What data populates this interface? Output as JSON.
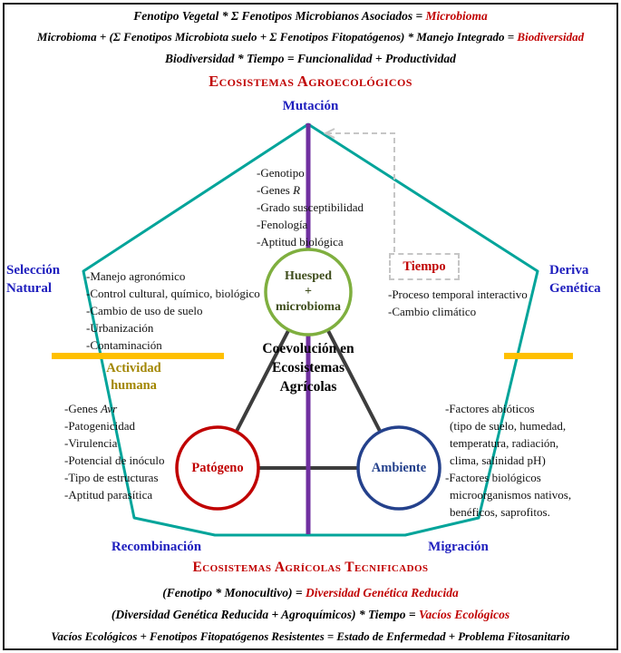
{
  "colors": {
    "red": "#C00000",
    "blue": "#2020BE",
    "teal": "#00A49A",
    "purple": "#7030A0",
    "yellow": "#FFC000",
    "olive": "#A28600",
    "host_green": "#7FAF3F",
    "pathogen_red": "#C00000",
    "environment_blue": "#24418C",
    "connector_gray": "#3D3D3D"
  },
  "formulas_top": {
    "f1_pre": "Fenotipo Vegetal * Σ Fenotipos Microbianos Asociados = ",
    "f1_result": "Microbioma",
    "f2_pre": "Microbioma + (Σ Fenotipos Microbiota suelo + Σ Fenotipos Fitopatógenos) * Manejo Integrado = ",
    "f2_result": "Biodiversidad",
    "f3": "Biodiversidad * Tiempo = Funcionalidad + Productividad"
  },
  "headers": {
    "top": "Ecosistemas Agroecológicos",
    "bottom": "Ecosistemas Agrícolas Tecnificados"
  },
  "forces": {
    "mutation": "Mutación",
    "selection_1": "Selección",
    "selection_2": "Natural",
    "drift_1": "Deriva",
    "drift_2": "Genética",
    "recombination": "Recombinación",
    "migration": "Migración"
  },
  "center_title": {
    "l1": "Coevolución en",
    "l2": "Ecosistemas",
    "l3": "Agrícolas"
  },
  "nodes": {
    "host_l1": "Huesped",
    "host_l2": "+",
    "host_l3": "microbioma",
    "pathogen": "Patógeno",
    "environment": "Ambiente"
  },
  "time_box": {
    "title": "Tiempo",
    "items": [
      "-Proceso temporal interactivo",
      "-Cambio climático"
    ]
  },
  "human_activity": {
    "l1": "Actividad",
    "l2": "humana"
  },
  "lists": {
    "host": {
      "i0": "-Genotipo",
      "genes_pre": "-Genes ",
      "genes_it": "R",
      "i2": "-Grado susceptibilidad",
      "i3": "-Fenología",
      "i4": "-Aptitud biológica"
    },
    "management": [
      "-Manejo agronómico",
      "-Control cultural, químico, biológico",
      "-Cambio de uso de suelo",
      "-Urbanización",
      "-Contaminación"
    ],
    "pathogen": {
      "genes_pre": "-Genes ",
      "genes_it": "Avr",
      "i1": "-Patogenicidad",
      "i2": "-Virulencia",
      "i3": "-Potencial de inóculo",
      "i4": "-Tipo de estructuras",
      "i5": "-Aptitud parasítica"
    },
    "environment": [
      "-Factores abióticos",
      "(tipo de suelo, humedad,",
      "temperatura, radiación,",
      "clima, salinidad pH)",
      "-Factores biológicos",
      "microorganismos nativos,",
      "benéficos, saprofitos."
    ]
  },
  "formulas_bottom": {
    "f1_pre": "(Fenotipo * Monocultivo) = ",
    "f1_result": "Diversidad Genética Reducida",
    "f2_pre": "(Diversidad Genética Reducida + Agroquímicos) * Tiempo = ",
    "f2_result": "Vacíos Ecológicos",
    "f3": "Vacíos Ecológicos + Fenotipos Fitopatógenos Resistentes = Estado de Enfermedad + Problema Fitosanitario"
  }
}
